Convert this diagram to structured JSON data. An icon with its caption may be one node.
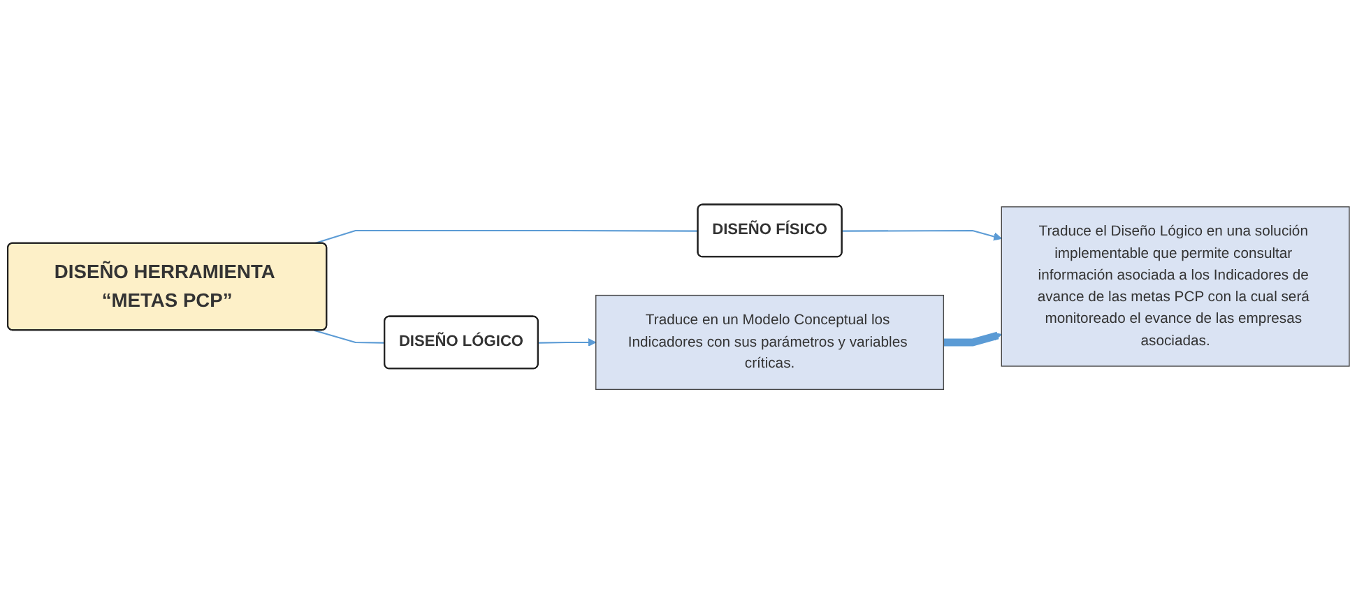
{
  "diagram": {
    "nodes": [
      {
        "text": [
          "DISEÑO HERRAMIENTA “METAS PCP”"
        ]
      },
      {
        "text": [
          "DISEÑO LÓGICO"
        ]
      },
      {
        "text": [
          "DISEÑO FÍSICO"
        ]
      },
      {
        "text": [
          "Traduce en un Modelo Conceptual los Indicadores con sus parámetros y variables críticas."
        ]
      },
      {
        "text": [
          "Traduce el Diseño Lógico en una solución implementable que permite consultar información asociada a los Indicadores de avance de las metas PCP con la cual será monitoreado el evance de las empresas asociadas."
        ]
      }
    ],
    "edges": [
      {
        "from": 0,
        "to": 1,
        "arrow": "none"
      },
      {
        "from": 0,
        "to": 2,
        "arrow": "none"
      },
      {
        "from": 1,
        "to": 3,
        "arrow": "to"
      },
      {
        "from": 2,
        "to": 4,
        "arrow": "to"
      },
      {
        "from": 3,
        "to": 4,
        "arrow": "to",
        "style": "thick"
      }
    ]
  }
}
